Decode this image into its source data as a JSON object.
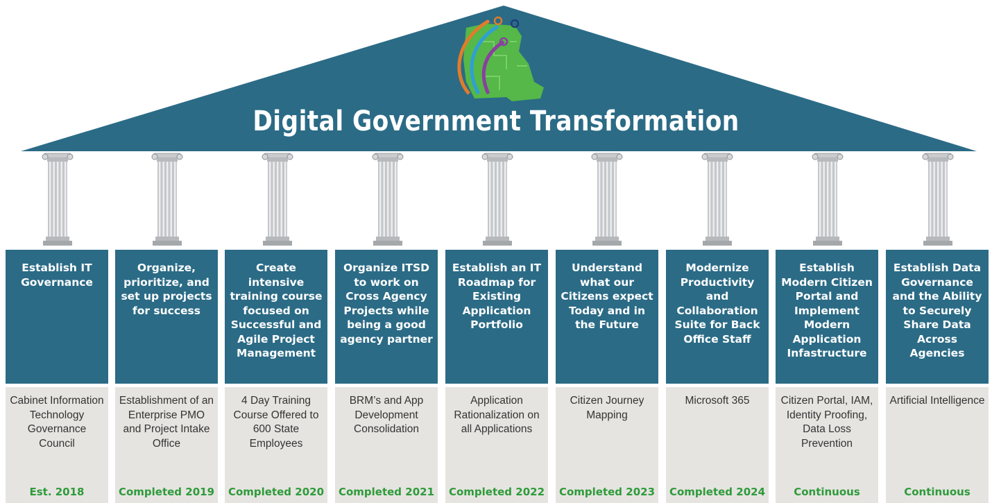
{
  "title": "Digital Government Transformation",
  "colors": {
    "roof": "#2b6b86",
    "box": "#2b6b86",
    "desc_bg": "#e6e4e1",
    "status": "#2e9b3a"
  },
  "pillars": [
    {
      "heading": "Establish IT Governance",
      "detail": "Cabinet Information Technology Governance Council",
      "status": "Est. 2018"
    },
    {
      "heading": "Organize, prioritize, and set up projects for success",
      "detail": "Establishment of an Enterprise PMO and Project Intake Office",
      "status": "Completed 2019"
    },
    {
      "heading": "Create intensive training course focused on Successful and Agile Project Management",
      "detail": "4 Day Training Course Offered to 600 State Employees",
      "status": "Completed 2020"
    },
    {
      "heading": "Organize ITSD to work on Cross Agency Projects while being a good agency partner",
      "detail": "BRM’s and App Development Consolidation",
      "status": "Completed 2021"
    },
    {
      "heading": "Establish an IT Roadmap for Existing Application Portfolio",
      "detail": "Application Rationalization on all Applications",
      "status": "Completed 2022"
    },
    {
      "heading": "Understand what our Citizens expect Today and in the Future",
      "detail": "Citizen Journey Mapping",
      "status": "Completed 2023"
    },
    {
      "heading": "Modernize Productivity and Collaboration Suite for Back Office Staff",
      "detail": "Microsoft 365",
      "status": "Completed 2024"
    },
    {
      "heading": "Establish Modern Citizen Portal and Implement Modern Application Infastructure",
      "detail": "Citizen Portal, IAM, Identity Proofing, Data Loss Prevention",
      "status": "Continuous"
    },
    {
      "heading": "Establish Data Governance and the Ability to Securely Share Data Across Agencies",
      "detail": "Artificial Intelligence",
      "status": "Continuous"
    }
  ]
}
